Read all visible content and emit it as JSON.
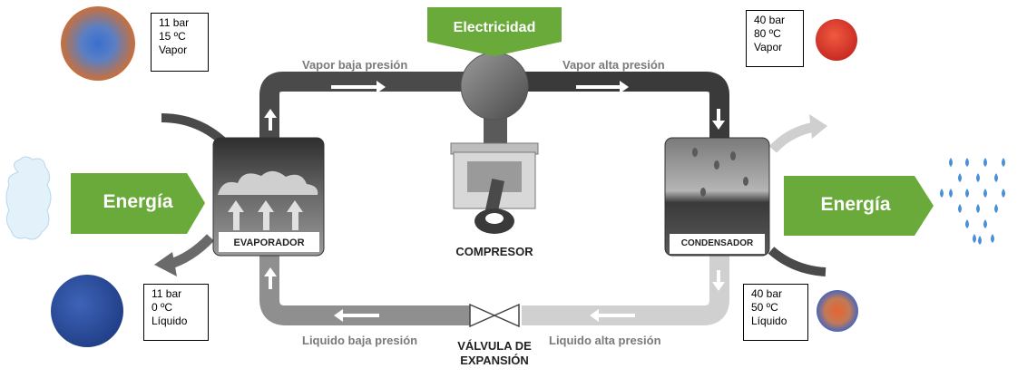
{
  "electricity": {
    "label": "Electricidad",
    "color": "#6aaa3a"
  },
  "energy": {
    "left_label": "Energía",
    "right_label": "Energía",
    "color": "#6aaa3a"
  },
  "pipes": {
    "top_left": "Vapor baja presión",
    "top_right": "Vapor alta presión",
    "bottom_left": "Liquido baja presión",
    "bottom_right": "Liquido alta presión"
  },
  "components": {
    "evaporator": "EVAPORADOR",
    "compressor": "COMPRESOR",
    "condenser": "CONDENSADOR",
    "valve_line1": "VÁLVULA DE",
    "valve_line2": "EXPANSIÓN"
  },
  "states": {
    "top_left": [
      "11 bar",
      "15 ºC",
      "Vapor"
    ],
    "bottom_left": [
      "11 bar",
      "0 ºC",
      "Líquido"
    ],
    "top_right": [
      "40 bar",
      "80 ºC",
      "Vapor"
    ],
    "bottom_right": [
      "40 bar",
      "50 ºC",
      "Líquido"
    ]
  },
  "colors": {
    "pipe": "#4a4a4a",
    "hot": "#d9352a",
    "cold": "#2e4f9e",
    "water": "#4b8fd6"
  }
}
